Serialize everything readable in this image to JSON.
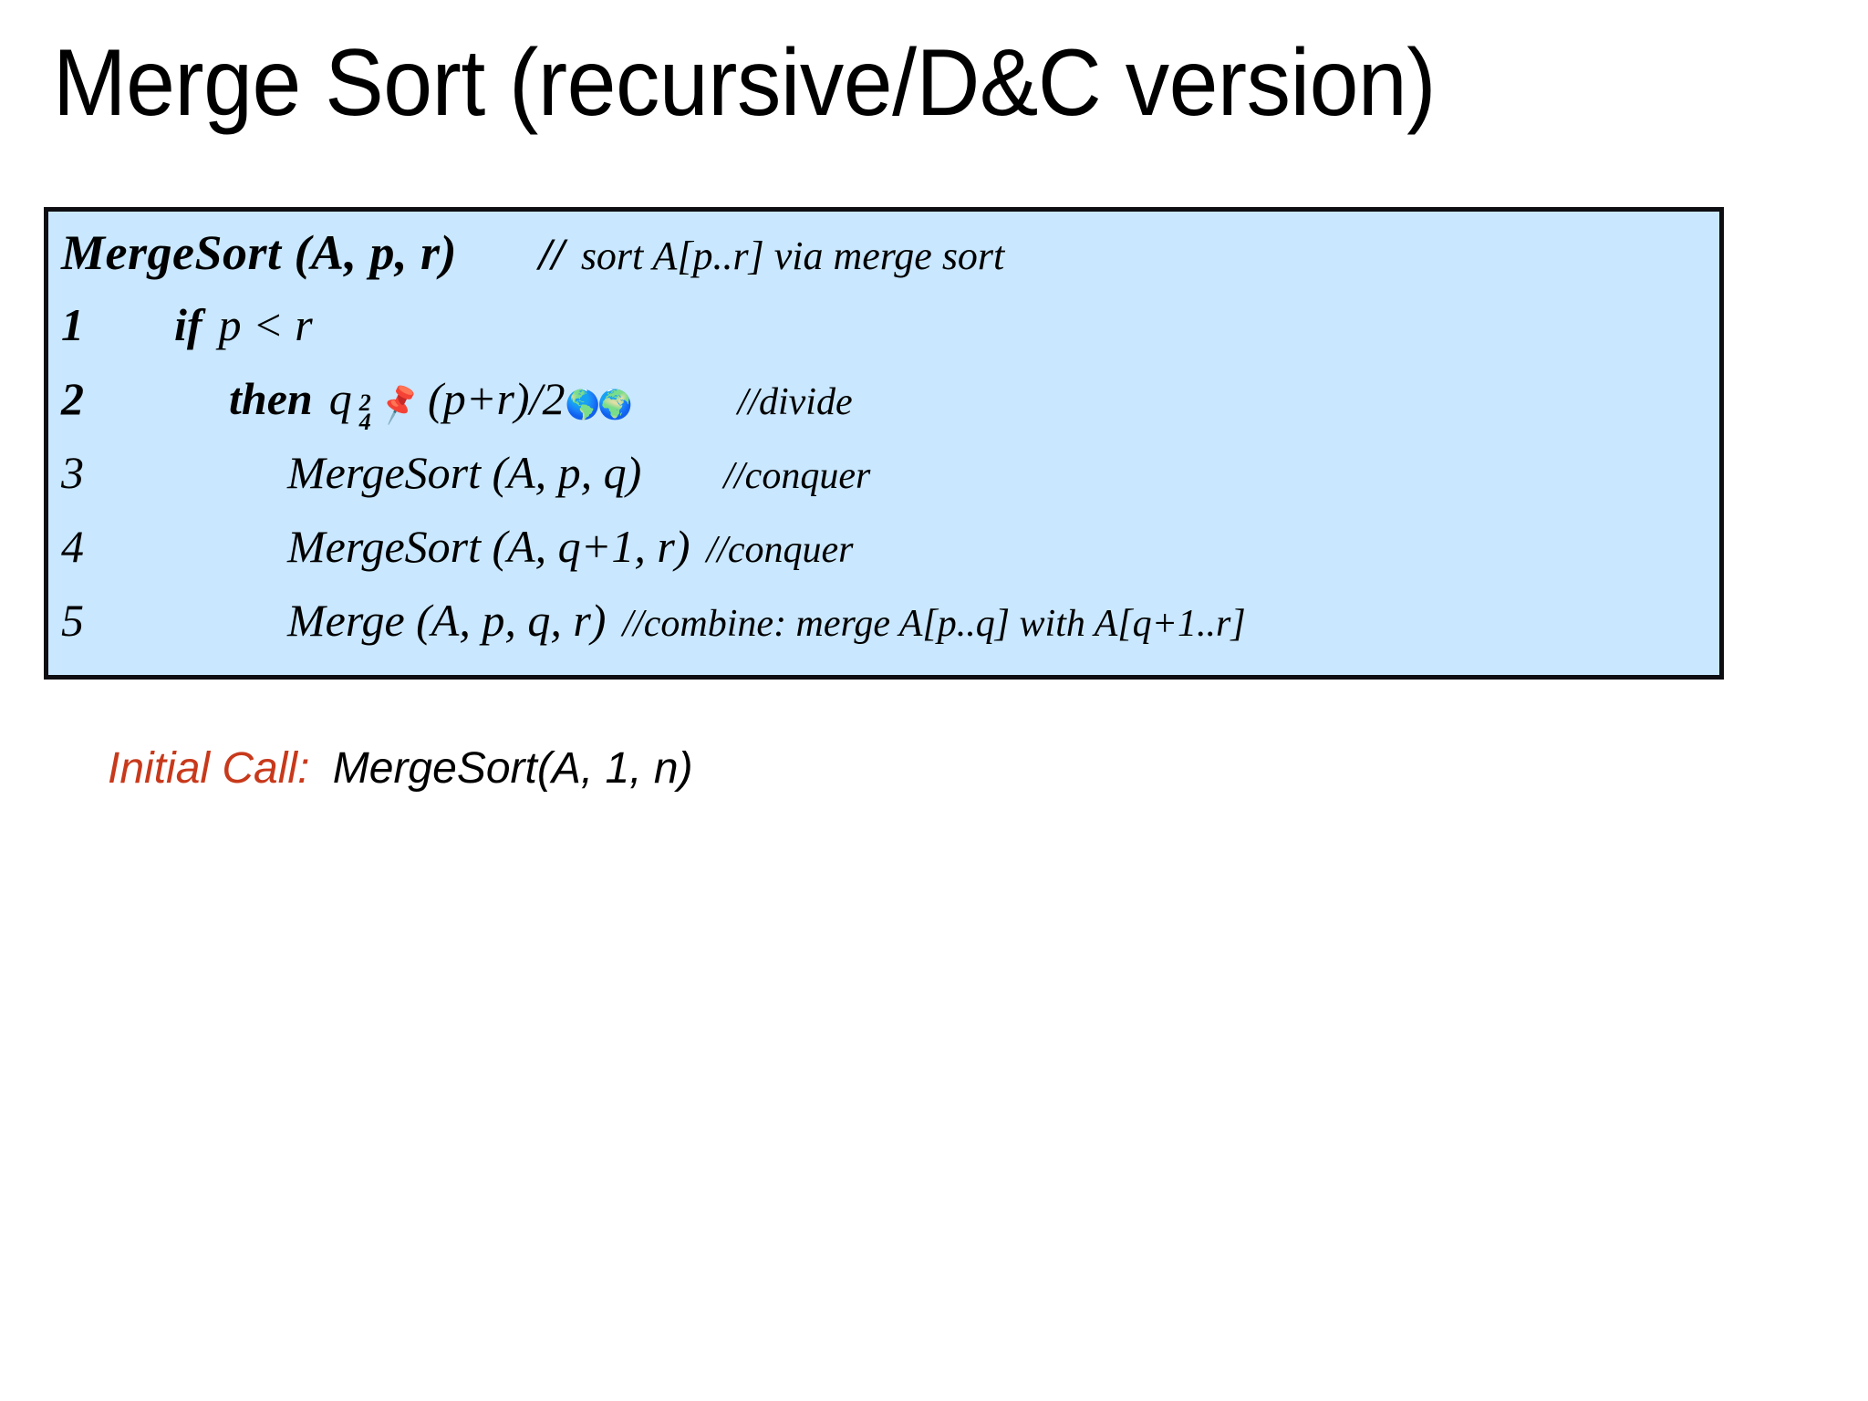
{
  "slide": {
    "title": "Merge Sort (recursive/D&C version)",
    "background_color": "#FFFFFF"
  },
  "code_box": {
    "background_color": "#C9E7FE",
    "border_color": "#0D0D12",
    "signature": "MergeSort (A, p, r)",
    "signature_comment_slashes": "//",
    "signature_comment": "sort A[p..r] via merge sort",
    "lines": [
      {
        "number": "1",
        "keyword": "if",
        "code": "p < r",
        "comment": ""
      },
      {
        "number": "2",
        "keyword": "then",
        "code_var": "q",
        "fraction_numerator": "2",
        "fraction_denominator": "4",
        "pin_glyph": "pushpin-icon",
        "code": "(p+r)/2",
        "globe_glyph": "globe-icon",
        "comment": "//divide"
      },
      {
        "number": "3",
        "keyword": "",
        "code": "MergeSort (A, p, q)",
        "comment": "//conquer"
      },
      {
        "number": "4",
        "keyword": "",
        "code": "MergeSort (A, q+1, r)",
        "comment": "//conquer"
      },
      {
        "number": "5",
        "keyword": "",
        "code": "Merge (A, p, q, r)",
        "comment": "//combine: merge A[p..q] with A[q+1..r]"
      }
    ]
  },
  "initial_call": {
    "label": "Initial Call:",
    "label_color": "#C8391B",
    "call": "MergeSort(A, 1, n)"
  }
}
